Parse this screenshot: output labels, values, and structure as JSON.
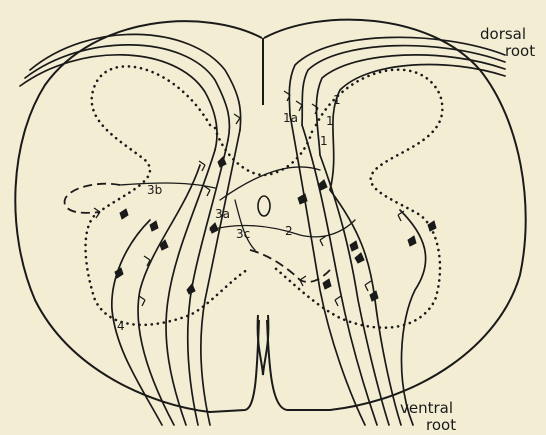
{
  "root_labels": {
    "dorsal_1": "dorsal",
    "dorsal_2": "root",
    "ventral_1": "ventral",
    "ventral_2": "root"
  },
  "pathway_labels": {
    "l1a": "1a",
    "l1_top": "1",
    "l1_mid": "1",
    "l1_low": "1",
    "l2": "2",
    "l3a": "3a",
    "l3b": "3b",
    "l3c": "3c",
    "l4": "4"
  }
}
